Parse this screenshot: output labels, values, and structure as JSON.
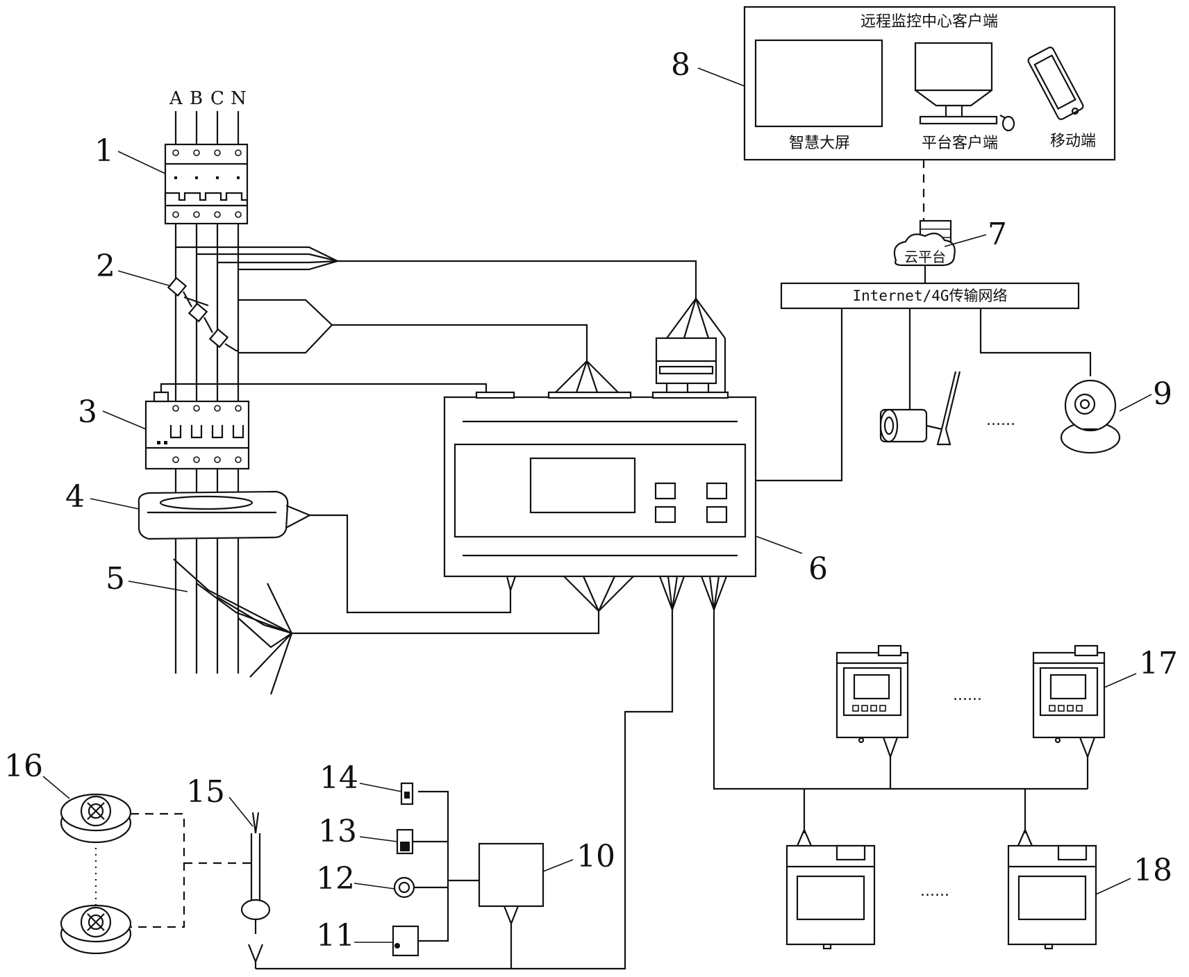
{
  "phases": [
    "A",
    "B",
    "C",
    "N"
  ],
  "callouts": [
    "1",
    "2",
    "3",
    "4",
    "5",
    "6",
    "7",
    "8",
    "9",
    "10",
    "11",
    "12",
    "13",
    "14",
    "15",
    "16",
    "17",
    "18"
  ],
  "monitor_center": {
    "title": "远程监控中心客户端",
    "big_screen": "智慧大屏",
    "platform_client": "平台客户端",
    "mobile": "移动端"
  },
  "cloud_label": "云平台",
  "network_label": "Internet/4G传输网络",
  "ellipsis": "......"
}
